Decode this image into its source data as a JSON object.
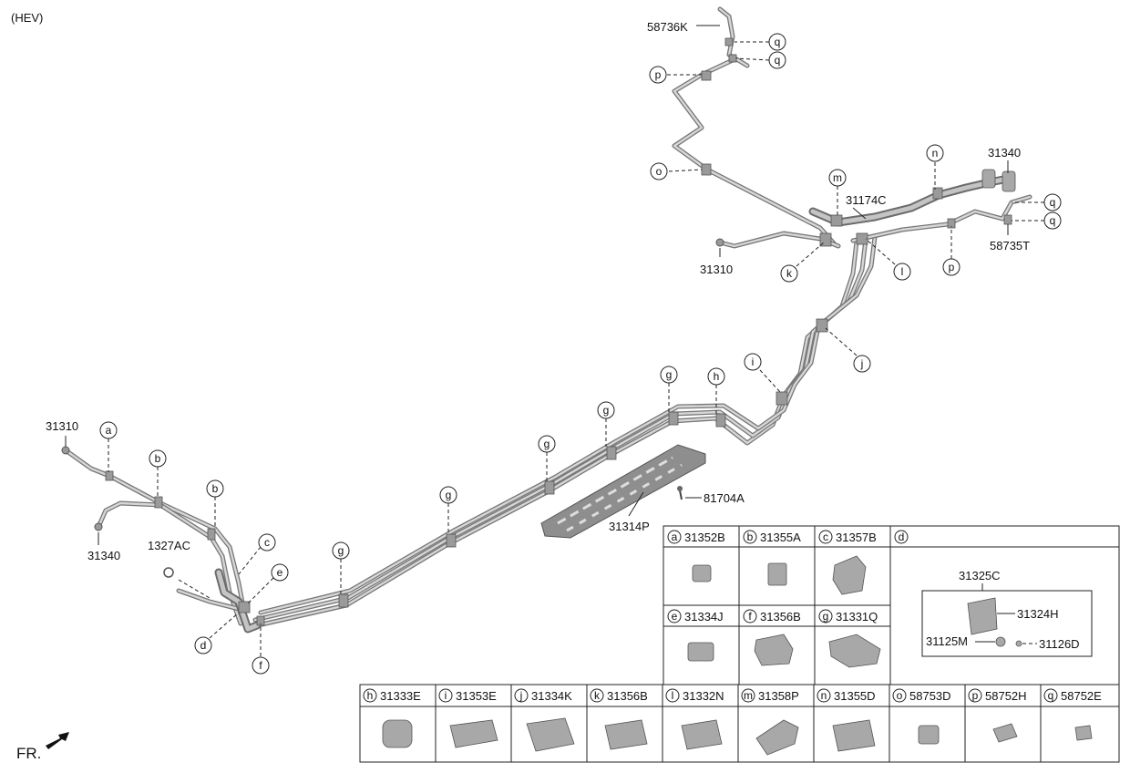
{
  "variant": "(HEV)",
  "front_marker": "FR.",
  "part_labels": {
    "p58736K": "58736K",
    "p31340_top": "31340",
    "p31174C": "31174C",
    "p31310_top": "31310",
    "p58735T": "58735T",
    "p31310_left": "31310",
    "p31340_left": "31340",
    "p1327AC": "1327AC",
    "p81704A": "81704A",
    "p31314P": "31314P"
  },
  "callouts": {
    "a": "a",
    "b": "b",
    "c": "c",
    "d": "d",
    "e": "e",
    "f": "f",
    "g": "g",
    "h": "h",
    "i": "i",
    "j": "j",
    "k": "k",
    "l": "l",
    "m": "m",
    "n": "n",
    "o": "o",
    "p": "p",
    "q": "q"
  },
  "legend": {
    "row1": [
      {
        "letter": "a",
        "part": "31352B"
      },
      {
        "letter": "b",
        "part": "31355A"
      },
      {
        "letter": "c",
        "part": "31357B"
      },
      {
        "letter": "d",
        "part": ""
      }
    ],
    "row2": [
      {
        "letter": "e",
        "part": "31334J"
      },
      {
        "letter": "f",
        "part": "31356B"
      },
      {
        "letter": "g",
        "part": "31331Q"
      }
    ],
    "row3": [
      {
        "letter": "h",
        "part": "31333E"
      },
      {
        "letter": "i",
        "part": "31353E"
      },
      {
        "letter": "j",
        "part": "31334K"
      },
      {
        "letter": "k",
        "part": "31356B"
      },
      {
        "letter": "l",
        "part": "31332N"
      },
      {
        "letter": "m",
        "part": "31358P"
      },
      {
        "letter": "n",
        "part": "31355D"
      },
      {
        "letter": "o",
        "part": "58753D"
      },
      {
        "letter": "p",
        "part": "58752H"
      },
      {
        "letter": "q",
        "part": "58752E"
      }
    ],
    "d_detail": {
      "assembly": "31325C",
      "bracket": "31324H",
      "nut": "31125M",
      "bolt": "31126D"
    }
  }
}
